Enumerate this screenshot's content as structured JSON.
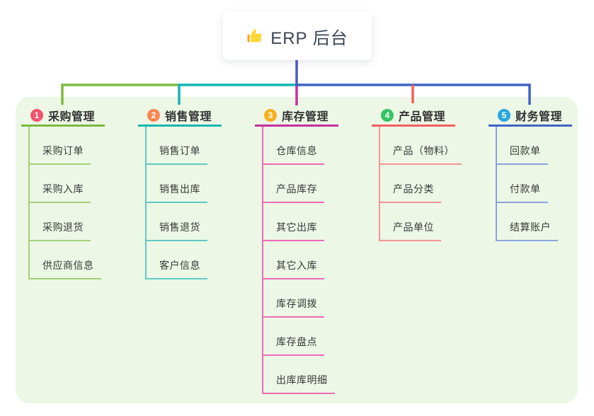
{
  "root": {
    "icon": "thumbs-up",
    "title": "ERP 后台"
  },
  "connector_color": "#4a5ac4",
  "container_bg": "#ecf7e6",
  "branches": [
    {
      "number": "1",
      "label": "采购管理",
      "badge_color": "#f4516c",
      "line_color": "#7cb93f",
      "item_line_color": "#a3d177",
      "items": [
        "采购订单",
        "采购入库",
        "采购退货",
        "供应商信息"
      ]
    },
    {
      "number": "2",
      "label": "销售管理",
      "badge_color": "#f8874f",
      "line_color": "#13b5b1",
      "item_line_color": "#5fc9c4",
      "items": [
        "销售订单",
        "销售出库",
        "销售退货",
        "客户信息"
      ]
    },
    {
      "number": "3",
      "label": "库存管理",
      "badge_color": "#f9ae1f",
      "line_color": "#c62f9d",
      "item_line_color": "#ee6cb4",
      "items": [
        "仓库信息",
        "产品库存",
        "其它出库",
        "其它入库",
        "库存调拨",
        "库存盘点",
        "出库库明细"
      ]
    },
    {
      "number": "4",
      "label": "产品管理",
      "badge_color": "#35c463",
      "line_color": "#f25e5e",
      "item_line_color": "#f59494",
      "items": [
        "产品（物料）",
        "产品分类",
        "产品单位"
      ]
    },
    {
      "number": "5",
      "label": "财务管理",
      "badge_color": "#28a8e0",
      "line_color": "#3f62c4",
      "item_line_color": "#8ba4de",
      "items": [
        "回款单",
        "付款单",
        "结算账户"
      ]
    }
  ]
}
